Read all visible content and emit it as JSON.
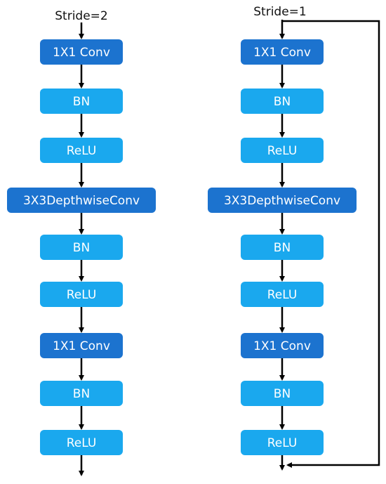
{
  "colors": {
    "dark": "#1c73cf",
    "light": "#1aa8ee",
    "arrow": "#000000"
  },
  "left": {
    "label": "Stride=2",
    "nodes": [
      {
        "text": "1X1 Conv",
        "tone": "dark"
      },
      {
        "text": "BN",
        "tone": "light"
      },
      {
        "text": "ReLU",
        "tone": "light"
      },
      {
        "text": "3X3DepthwiseConv",
        "tone": "dark"
      },
      {
        "text": "BN",
        "tone": "light"
      },
      {
        "text": "ReLU",
        "tone": "light"
      },
      {
        "text": "1X1 Conv",
        "tone": "dark"
      },
      {
        "text": "BN",
        "tone": "light"
      },
      {
        "text": "ReLU",
        "tone": "light"
      }
    ]
  },
  "right": {
    "label": "Stride=1",
    "skip_connection": true,
    "nodes": [
      {
        "text": "1X1 Conv",
        "tone": "dark"
      },
      {
        "text": "BN",
        "tone": "light"
      },
      {
        "text": "ReLU",
        "tone": "light"
      },
      {
        "text": "3X3DepthwiseConv",
        "tone": "dark"
      },
      {
        "text": "BN",
        "tone": "light"
      },
      {
        "text": "ReLU",
        "tone": "light"
      },
      {
        "text": "1X1 Conv",
        "tone": "dark"
      },
      {
        "text": "BN",
        "tone": "light"
      },
      {
        "text": "ReLU",
        "tone": "light"
      }
    ]
  }
}
